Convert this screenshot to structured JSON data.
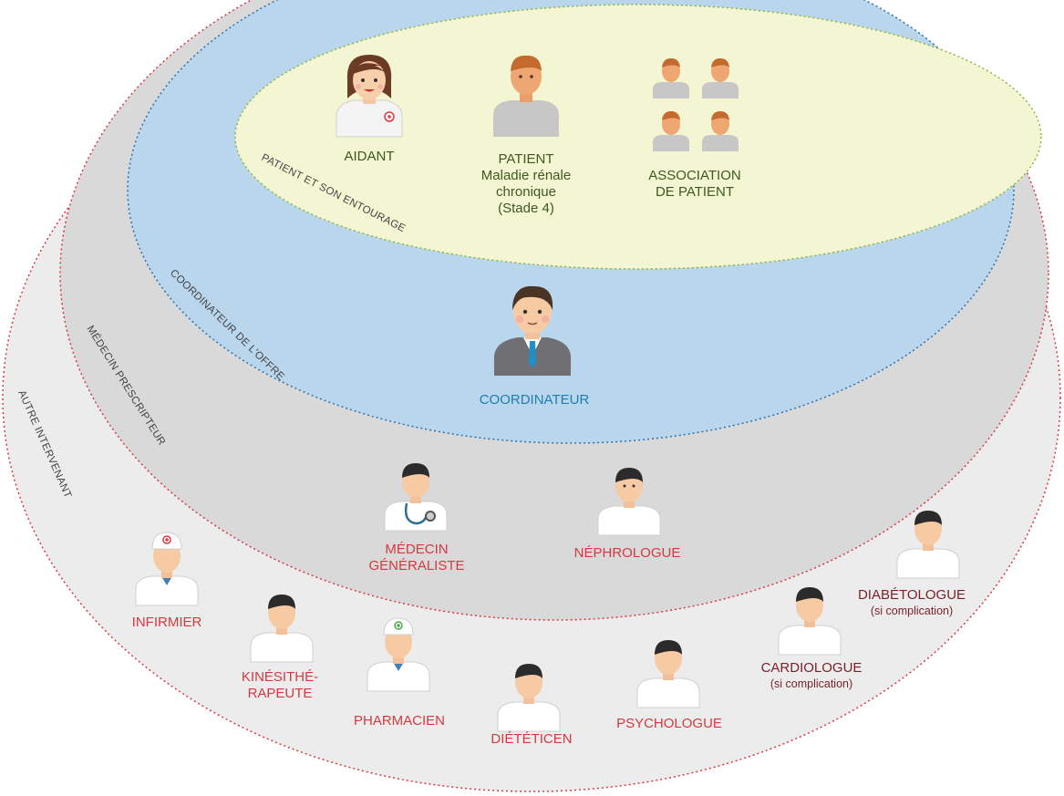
{
  "rings": {
    "patient": "PATIENT ET SON ENTOURAGE",
    "coordinator": "COORDINATEUR DE L'OFFRE",
    "prescriber": "MÉDECIN PRESCRIPTEUR",
    "other": "AUTRE INTERVENANT"
  },
  "actors": {
    "aidant": "AIDANT",
    "patient_title": "PATIENT",
    "patient_l2": "Maladie rénale",
    "patient_l3": "chronique",
    "patient_l4": "(Stade 4)",
    "assoc_l1": "ASSOCIATION",
    "assoc_l2": "DE PATIENT",
    "coordinateur": "COORDINATEUR",
    "medecin_l1": "MÉDECIN",
    "medecin_l2": "GÉNÉRALISTE",
    "nephrologue": "NÉPHROLOGUE",
    "infirmier": "INFIRMIER",
    "kine_l1": "KINÉSITHÉ-",
    "kine_l2": "RAPEUTE",
    "pharmacien": "PHARMACIEN",
    "dieteticien": "DIÉTÉTICEN",
    "psychologue": "PSYCHOLOGUE",
    "cardiologue": "CARDIOLOGUE",
    "cardiologue_note": "(si complication)",
    "diabetologue": "DIABÉTOLOGUE",
    "diabetologue_note": "(si complication)"
  },
  "colors": {
    "outer_fill": "#ececec",
    "mid_fill": "#d9d9da",
    "inner_fill": "#b9d6ec",
    "core_fill": "#f4f5d2",
    "red_dotted": "#d93a44",
    "blue_dotted": "#2a72b0",
    "green_dotted": "#8cb63f"
  }
}
